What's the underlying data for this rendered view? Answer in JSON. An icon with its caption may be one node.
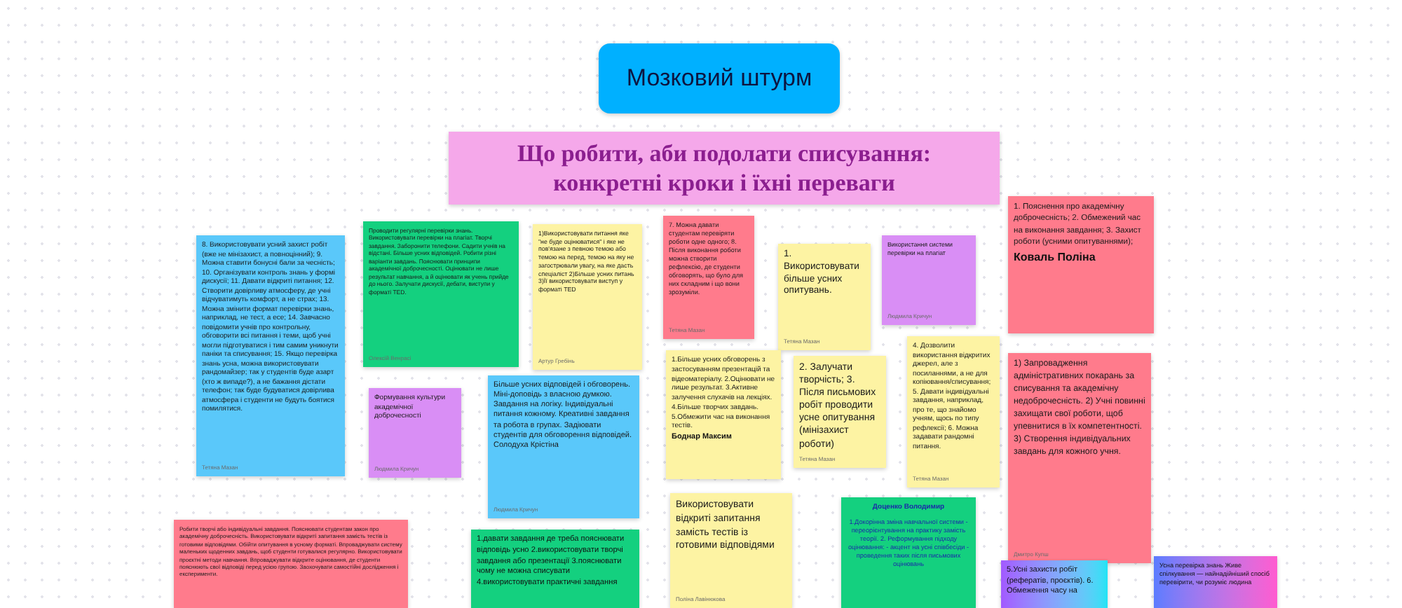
{
  "diagram": {
    "nodes": [
      {
        "text": [
          "Мозковий штурм"
        ]
      },
      {
        "text": [
          "Що робити, аби подолати списування: конкретні кроки і їхні переваги"
        ]
      },
      {
        "text": [
          "8. Використовувати усний захист робіт (вже не мінізахист, а повноцінний); 9. Можна ставити бонусні бали за чесність; 10. Організувати контроль знань у формі дискусії; 11. Давати відкриті питання; 12. Створити довірливу атмосферу, де учні відчуватимуть комфорт, а не страх; 13. Можна змінити формат перевірки знань, наприклад, не тест, а есе; 14. Завчасно повідомити учнів про контрольну, обговорити всі питання і теми, щоб учні могли підготуватися і тим самим уникнути паніки та списування; 15. Якщо перевірка знань усна, можна використовувати рандомайзер; так у студентів буде азарт (хто ж випаде?), а не бажання дістати телефон; так буде будуватися довірлива атмосфера і студенти не будуть боятися помилятися.",
          "Тетяна Мазан"
        ]
      },
      {
        "text": [
          "Проводити регулярні перевірки знань. Використовувати перевірки на плагіат. Творчі завдання. Заборонити телефони. Садити учнів на відстані. Більше усних відповідей. Робити різні варіанти завдань. Пояснювати принципи академічної доброчесності. Оцінювати не лише результат навчання, а й оцінювати як учень прийде до нього. Залучати дискусії, дебати, виступи у форматі TED.",
          "Олексій Венрасі"
        ]
      },
      {
        "text": [
          "1)Використовувати питання яке \"не буде оцінюватися\" і яке не пов'язане з певною темою або темою на перед, темою на яку не загострювали увагу, на яке дасть спеціаліст 2)Більше усних питань 3)Її використовувати виступ у форматі TED",
          "Артур Гребінь"
        ]
      },
      {
        "text": [
          "7. Можна давати студентам перевіряти роботи одне одного; 8. Після виконання роботи можна створити рефлексію, де студенти обговорять, що було для них складним і що вони зрозуміли.",
          "Тетяна Мазан"
        ]
      },
      {
        "text": [
          "1. Використовувати більше усних опитувань.",
          "Тетяна Мазан"
        ]
      },
      {
        "text": [
          "Використання системи перевірки на плагіат",
          "Людмила Кричун"
        ]
      },
      {
        "text": [
          "1. Пояснення про академічну доброчесність; 2. Обмежений час на виконання завдання; 3. Захист роботи (усними опитуваннями);",
          "Коваль Поліна"
        ]
      },
      {
        "text": [
          "Формування культури академічної доброчесності",
          "Людмила Кричун"
        ]
      },
      {
        "text": [
          "Більше усних відповідей і обговорень. Міні-доповідь з власною думкою. Завдання на логіку. Індивідуальні питання кожному. Креативні завдання та робота в групах. Задіювати студентів для обговорення відповідей.",
          "Солодуха Крістіна",
          "Людмила Кричун"
        ]
      },
      {
        "text": [
          "1.Більше усних обговорень з застосуванням презентацій та відеоматеріалу. 2.Оцінювати не лише результат. 3.Активне залучення слухачів на лекціях. 4.Більше творчих завдань. 5.Обмежити час на виконання тестів.",
          "Боднар Максим"
        ]
      },
      {
        "text": [
          "2. Залучати творчість; 3. Після письмових робіт проводити усне опитування (мінізахист роботи)",
          "Тетяна Мазан"
        ]
      },
      {
        "text": [
          "4. Дозволити використання відкритих джерел, але з посиланнями, а не для копіювання/списування; 5. Давати індивідуальні завдання, наприклад, про те, що знайомо учням, щось по типу рефлексії; 6. Можна задавати рандомні питання.",
          "Тетяна Мазан"
        ]
      },
      {
        "text": [
          "1) Запровадження адміністративних покарань за списування та академічну недоброчесність. 2) Учні повинні захищати свої роботи, щоб упевнитися в їх компетентності. 3) Створення індивідуальних завдань для кожного учня.",
          "Дмитро Купш"
        ]
      },
      {
        "text": [
          "Робити творчі або індивідуальні завдання. Пояснювати студентам закон про академічну доброчесність. Використовувати відкриті запитання замість тестів із готовими відповідями. Обійти опитування в усному форматі. Впроваджувати систему маленьких щоденних завдань, щоб студенти готувалися регулярно. Використовувати проєктні методи навчання. Впроваджувати відкрите оцінювання, де студенти пояснюють свої відповіді перед усією групою. Заохочувати самостійні дослідження і експерименти."
        ]
      },
      {
        "text": [
          "1.давати завдання де треба пояснювати відповідь усно 2.використовувати творчі завдання або презентації 3.пояснювати чому не можна списувати 4.використовувати практичні завдання"
        ]
      },
      {
        "text": [
          "Використовувати відкриті запитання замість тестів із готовими відповідями",
          "Поліна Лавінюкова"
        ]
      },
      {
        "text": [
          "Доценко Володимир",
          "1.Докорінна зміна навчальної системи - переорієнтування на практику замість теорії. 2. Реформування підходу оцінювання: - акцент на усні співбесіди - проведення таких після письмових оцінювань"
        ]
      },
      {
        "text": [
          "5.Усні захисти робіт (рефератів, проєктів). 6. Обмеження часу на"
        ]
      },
      {
        "text": [
          "Усна перевірка знань Живе спілкування — найнадійніший спосіб перевірити, чи розуміє людина"
        ]
      }
    ],
    "edges": []
  }
}
